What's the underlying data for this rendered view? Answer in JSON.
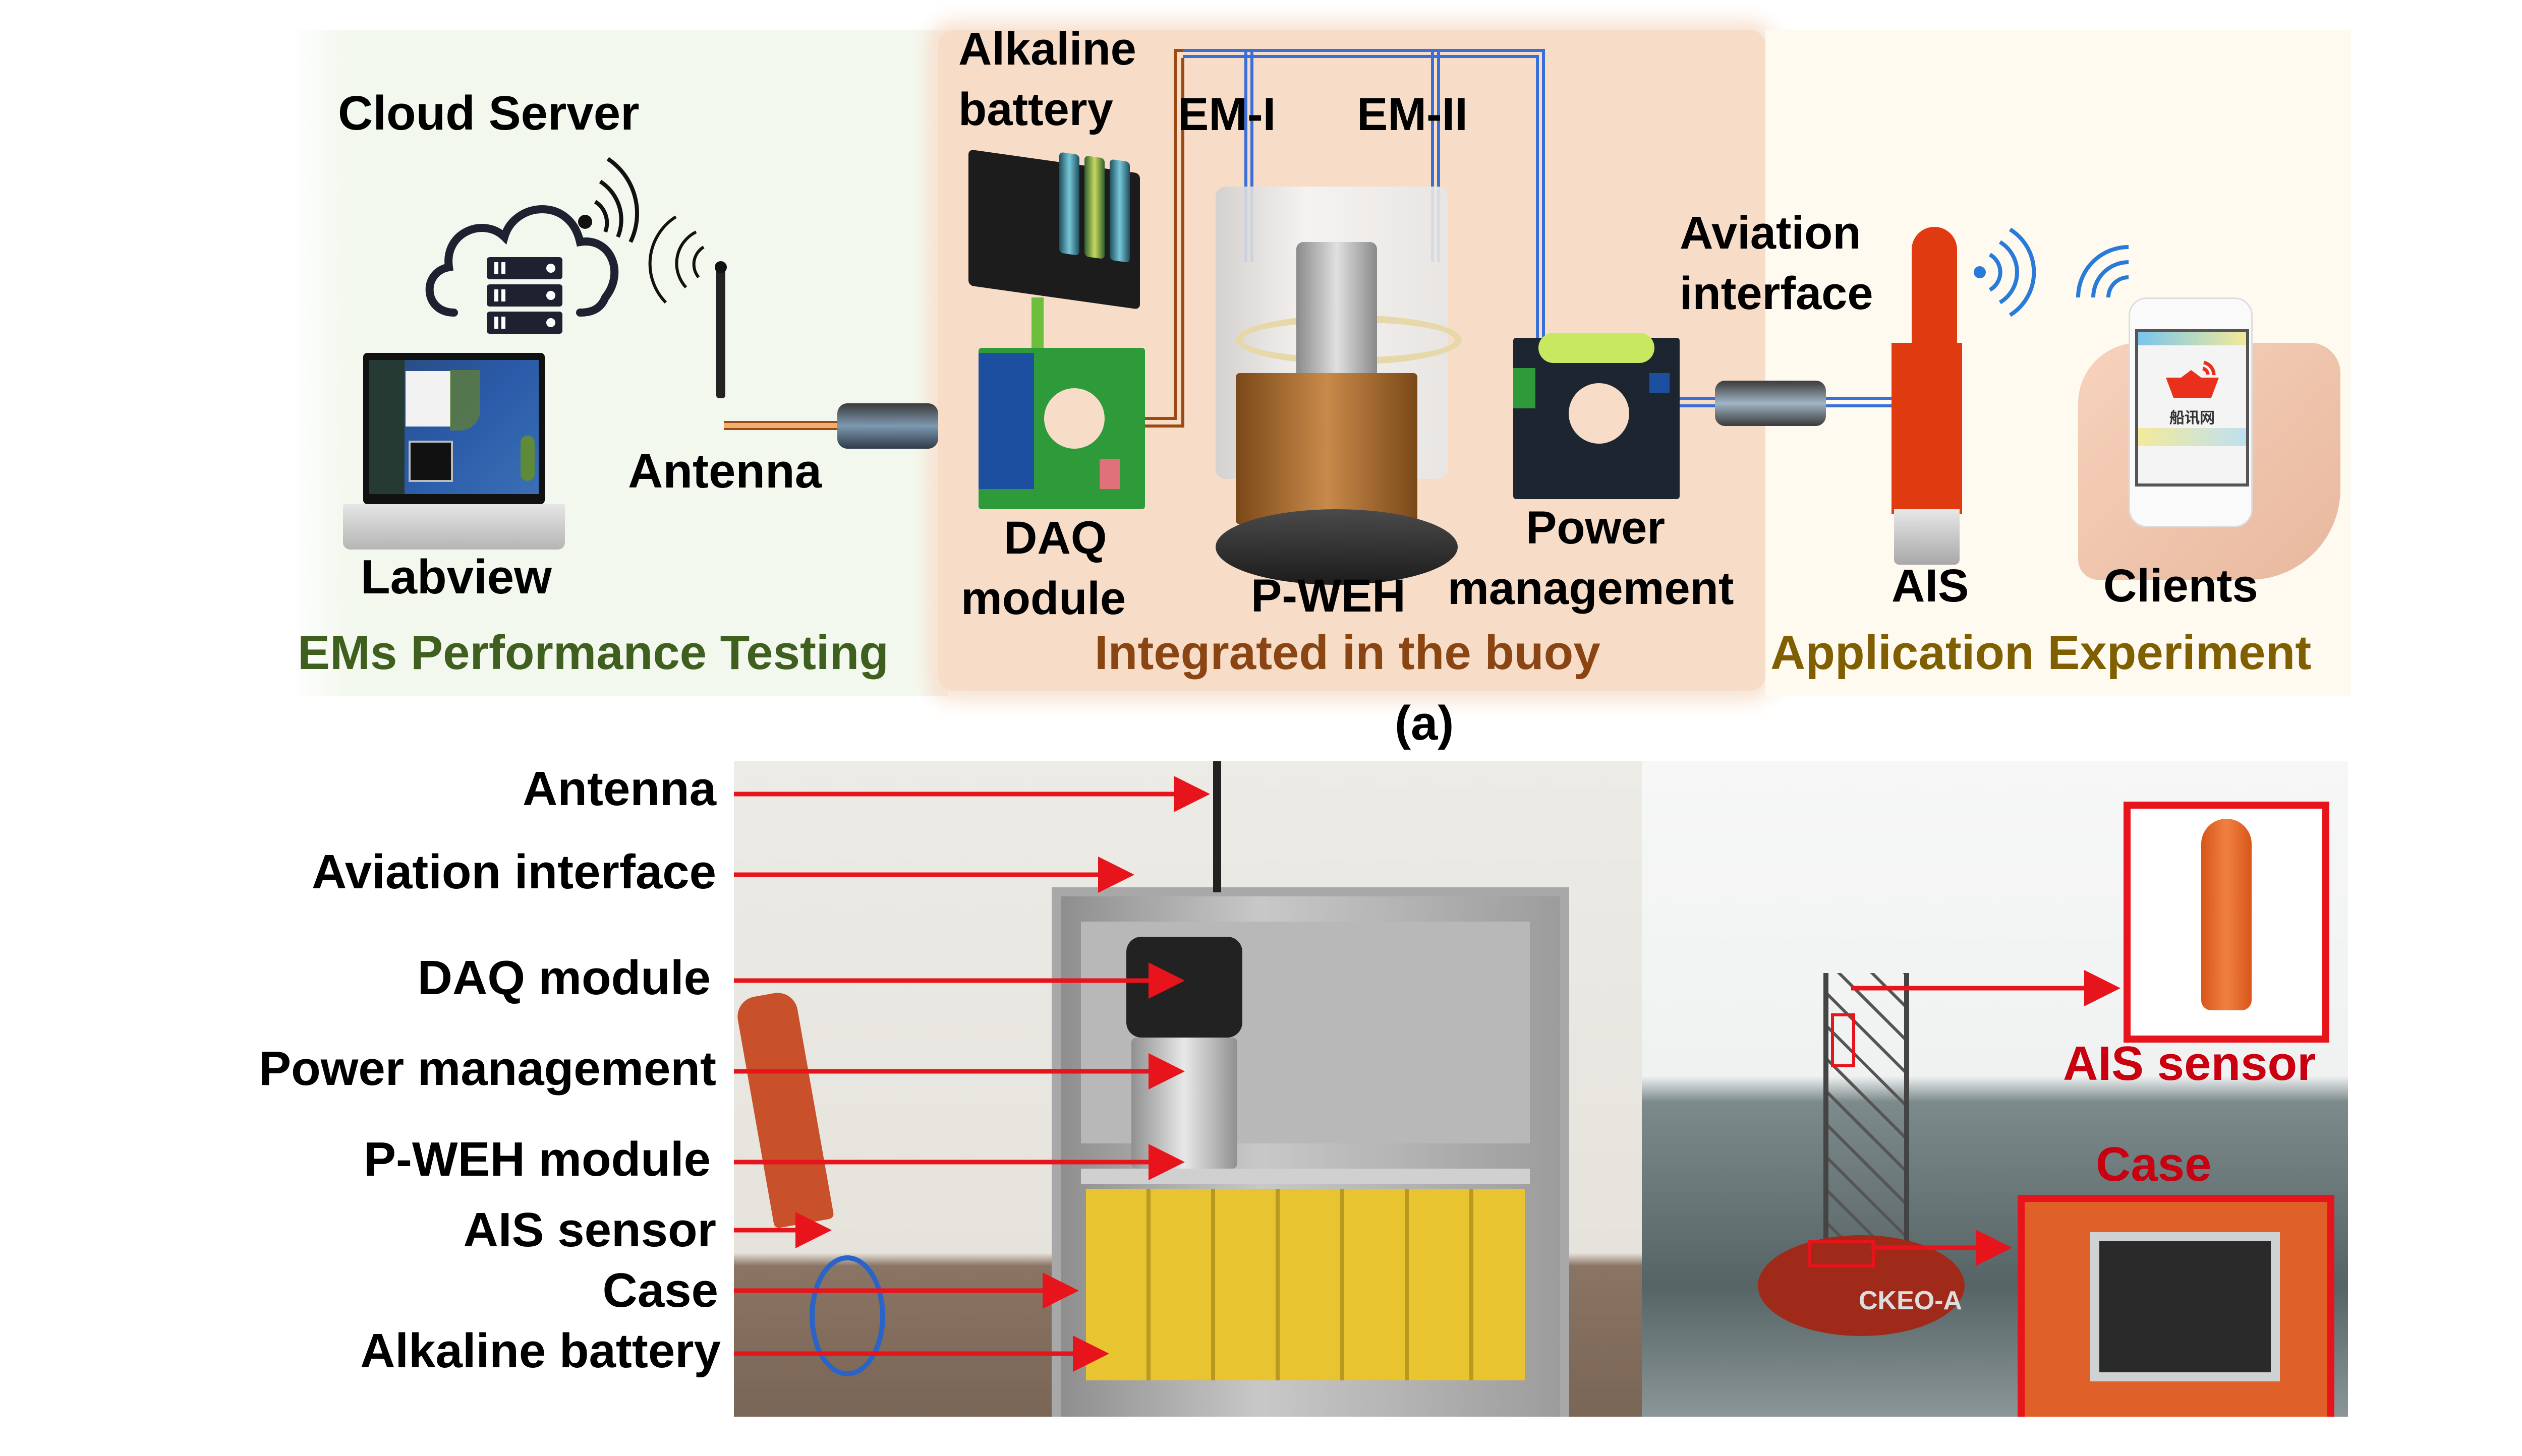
{
  "figure": {
    "caption_a": "(a)",
    "colors": {
      "testing_heading": "#3f5f1f",
      "buoy_heading": "#8b4513",
      "application_heading": "#7f5f00",
      "zone_testing_bg": "#f3f8ee",
      "zone_buoy_bg": "#f7dcc8",
      "zone_application_bg": "#fffaf0",
      "annotation_red": "#e8141c",
      "callout_red": "#c8000f",
      "wire_blue": "#3a6fd8",
      "wire_brown": "#9a4a12",
      "wire_green": "#6cbf3a"
    }
  },
  "panel_a": {
    "zones": {
      "testing": {
        "heading": "EMs Performance Testing",
        "labels": {
          "cloud_server": "Cloud Server",
          "labview": "Labview",
          "antenna": "Antenna"
        }
      },
      "buoy": {
        "heading": "Integrated in the buoy",
        "labels": {
          "alkaline_battery_line1": "Alkaline",
          "alkaline_battery_line2": "battery",
          "em1": "EM-I",
          "em2": "EM-II",
          "daq_line1": "DAQ",
          "daq_line2": "module",
          "pweh": "P-WEH",
          "power_line1": "Power",
          "power_line2": "management"
        }
      },
      "application": {
        "heading": "Application Experiment",
        "labels": {
          "aviation_line1": "Aviation",
          "aviation_line2": "interface",
          "ais": "AIS",
          "clients": "Clients",
          "phone_app_name": "船讯网"
        }
      }
    }
  },
  "panel_b": {
    "callout_labels": [
      "Antenna",
      "Aviation interface",
      "DAQ module",
      "Power management",
      "P-WEH module",
      "AIS sensor",
      "Case",
      "Alkaline battery"
    ],
    "sea_photo": {
      "buoy_name": "CKEO-A",
      "ais_callout": "AIS sensor",
      "case_callout": "Case"
    }
  }
}
